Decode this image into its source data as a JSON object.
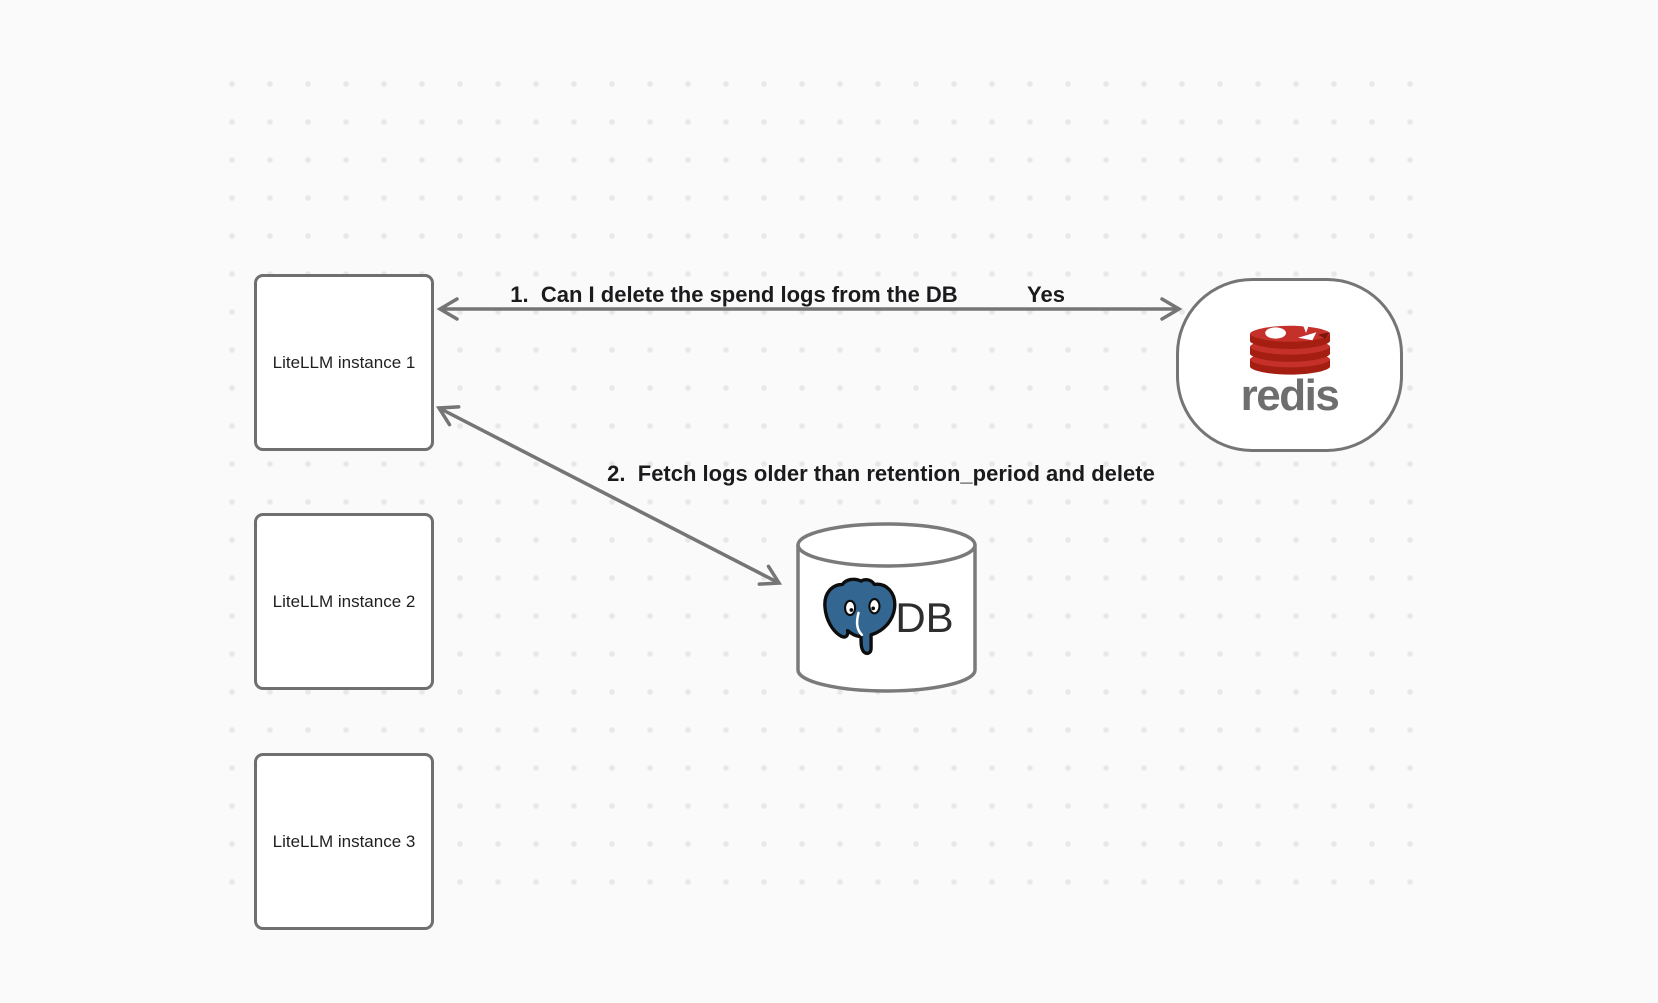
{
  "canvas": {
    "background_color": "#fafafa",
    "dot_color": "#e8e8e8",
    "stroke_color": "#757575"
  },
  "nodes": {
    "instances": [
      {
        "label": "LiteLLM instance 1"
      },
      {
        "label": "LiteLLM instance 2"
      },
      {
        "label": "LiteLLM instance 3"
      }
    ],
    "redis": {
      "wordmark": "redis",
      "icon": "redis-stack-icon",
      "colors": {
        "red": "#c6302b",
        "dark_red": "#a41e11",
        "wordmark_gray": "#6e6e6e"
      }
    },
    "db": {
      "label": "DB",
      "icon": "postgresql-elephant-icon",
      "shape": "db-cylinder",
      "colors": {
        "elephant_blue": "#336791",
        "outline": "#0d0d0d"
      }
    }
  },
  "arrows": [
    {
      "label": "1.  Can I delete the spend logs from the DB",
      "response": "Yes",
      "style": "double-headed"
    },
    {
      "label": "2.  Fetch logs older than retention_period and delete",
      "style": "double-headed"
    }
  ]
}
